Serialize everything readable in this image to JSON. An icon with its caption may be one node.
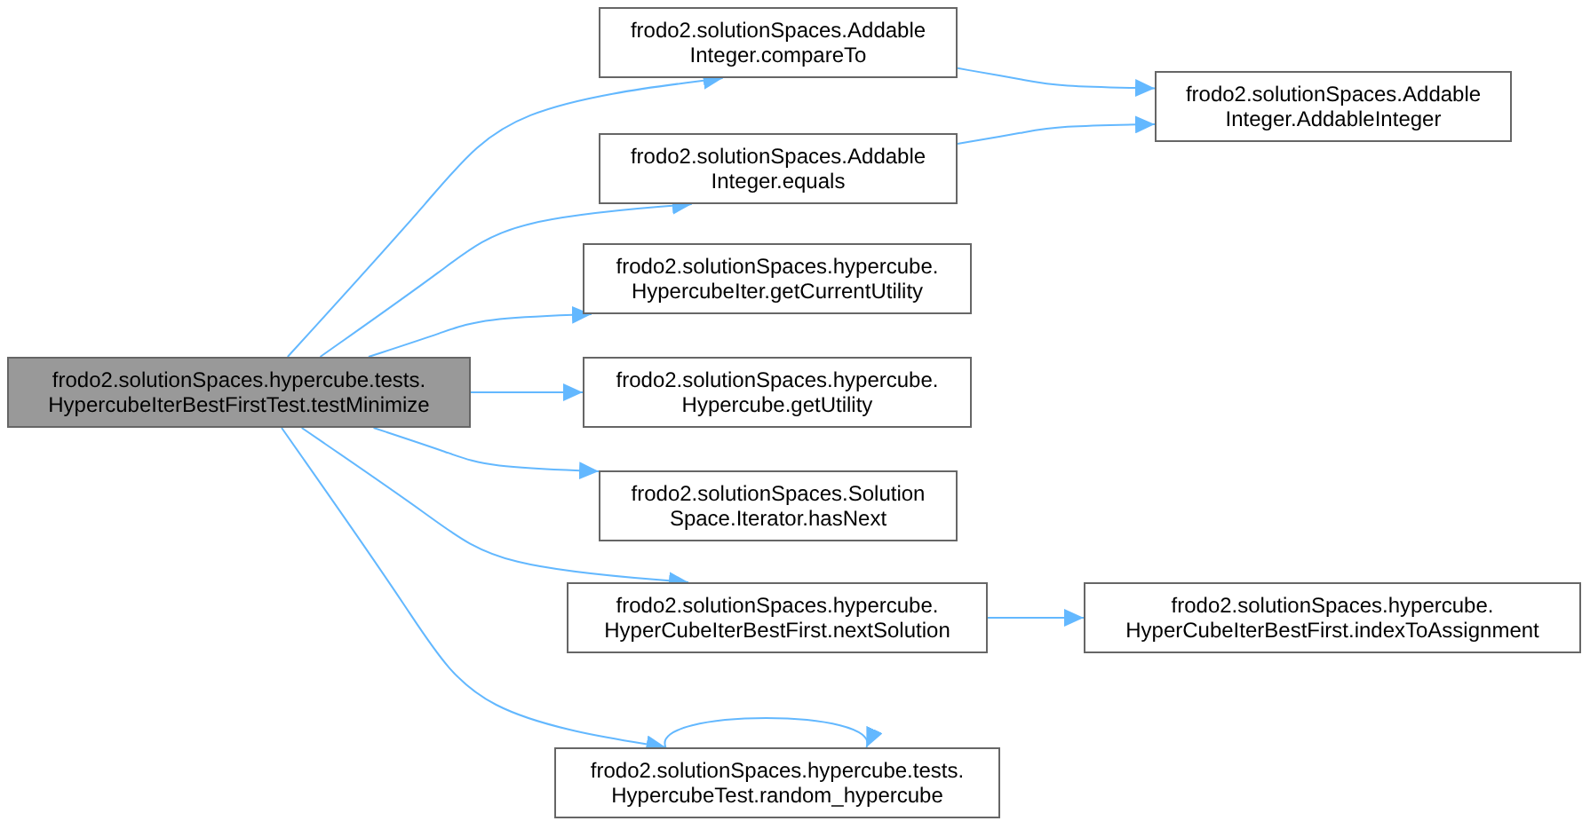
{
  "diagram": {
    "nodes": [
      {
        "text": [
          "frodo2.solutionSpaces.hypercube.tests. HypercubeIterBestFirstTest.testMinimize"
        ]
      },
      {
        "text": [
          "frodo2.solutionSpaces.Addable Integer.compareTo"
        ]
      },
      {
        "text": [
          "frodo2.solutionSpaces.Addable Integer.equals"
        ]
      },
      {
        "text": [
          "frodo2.solutionSpaces.hypercube. HypercubeIter.getCurrentUtility"
        ]
      },
      {
        "text": [
          "frodo2.solutionSpaces.hypercube. Hypercube.getUtility"
        ]
      },
      {
        "text": [
          "frodo2.solutionSpaces.Solution Space.Iterator.hasNext"
        ]
      },
      {
        "text": [
          "frodo2.solutionSpaces.hypercube. HyperCubeIterBestFirst.nextSolution"
        ]
      },
      {
        "text": [
          "frodo2.solutionSpaces.hypercube.tests. HypercubeTest.random_hypercube"
        ]
      },
      {
        "text": [
          "frodo2.solutionSpaces.Addable Integer.AddableInteger"
        ]
      },
      {
        "text": [
          "frodo2.solutionSpaces.hypercube. HyperCubeIterBestFirst.indexToAssignment"
        ]
      }
    ],
    "edges": [
      {
        "from": 0,
        "to": 1,
        "arrow": "to"
      },
      {
        "from": 0,
        "to": 2,
        "arrow": "to"
      },
      {
        "from": 0,
        "to": 3,
        "arrow": "to"
      },
      {
        "from": 0,
        "to": 4,
        "arrow": "to"
      },
      {
        "from": 0,
        "to": 5,
        "arrow": "to"
      },
      {
        "from": 0,
        "to": 6,
        "arrow": "to"
      },
      {
        "from": 0,
        "to": 7,
        "arrow": "to"
      },
      {
        "from": 7,
        "to": 7,
        "arrow": "to"
      },
      {
        "from": 1,
        "to": 8,
        "arrow": "to"
      },
      {
        "from": 2,
        "to": 8,
        "arrow": "to"
      },
      {
        "from": 6,
        "to": 9,
        "arrow": "to"
      }
    ]
  }
}
